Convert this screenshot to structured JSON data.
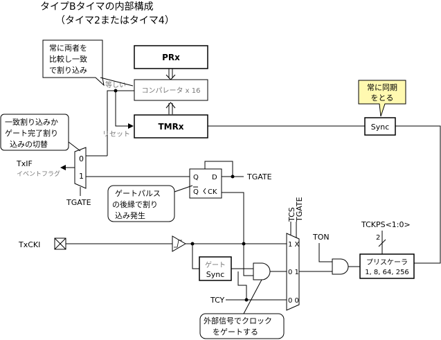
{
  "title": {
    "line1": "タイプBタイマの内部構成",
    "line2": "（タイマ2またはタイマ4）"
  },
  "blocks": {
    "prx": "PRx",
    "comparator": "コンパレータ x 16",
    "tmrx": "TMRx",
    "sync_top": "Sync",
    "gate_sync_line1": "ゲート",
    "gate_sync_line2": "Sync",
    "prescaler_line1": "プリスケーラ",
    "prescaler_line2": "1, 8, 64, 256",
    "mux_in_0": "0",
    "mux_in_1": "1",
    "ff_q": "Q",
    "ff_d": "D",
    "ff_qbar": "Q",
    "ff_ck": "CK",
    "mux3_1x": "1 X",
    "mux3_01": "0 1",
    "mux3_00": "0 0"
  },
  "labels": {
    "equal": "等しい",
    "reset": "リセット",
    "txif": "TxIF",
    "event_flag": "イベントフラグ",
    "tgate_bottom": "TGATE",
    "tgate_ff": "TGATE",
    "txcki": "TxCKI",
    "tcs": "TCS",
    "tgate_vert": "TGATE",
    "ton": "TON",
    "tckps": "TCKPS<1:0>",
    "bus_width": "2",
    "tcy": "TCY"
  },
  "callouts": {
    "compare": [
      "常に両者を",
      "比較し一致",
      "で割り込み"
    ],
    "switch": [
      "一致割り込みか",
      "ゲート完了割り",
      "込みの切替"
    ],
    "pulse": [
      "ゲートパルス",
      "の後縁で割り",
      "込み発生"
    ],
    "external": [
      "外部信号でクロック",
      "をゲートする"
    ],
    "sync": [
      "常に同期",
      "をとる"
    ]
  },
  "colors": {
    "line": "#000000",
    "callout_fill": "#ffffff",
    "sync_callout_fill": "#fff9b0",
    "gray_text": "#777777"
  }
}
